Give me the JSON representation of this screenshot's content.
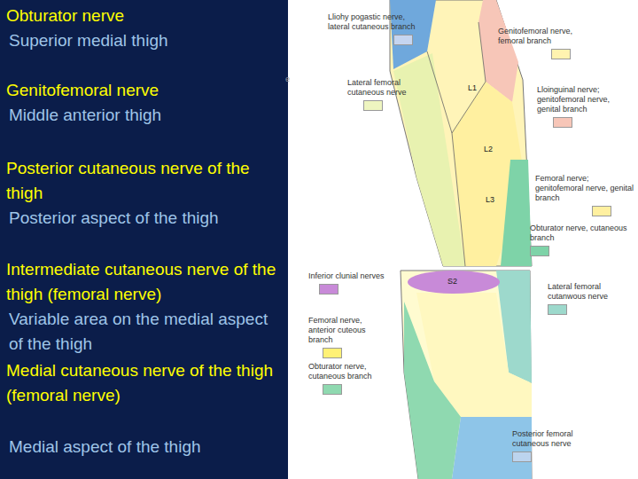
{
  "diagram": {
    "nodes": [
      {
        "text": [
          "Obturator nerve",
          "Superior medial thigh",
          "Genitofemoral nerve",
          "Middle anterior thigh",
          "Posterior cutaneous nerve of the thigh",
          "Posterior aspect of the thigh",
          "Intermediate cutaneous nerve of the thigh (femoral nerve)",
          "Variable area on the medial aspect of the thigh",
          "Medial cutaneous nerve of the thigh (femoral nerve)",
          "Medial aspect of the thigh"
        ]
      }
    ],
    "labels": [
      "L1",
      "L2",
      "L3",
      "S2",
      "e"
    ],
    "legend": [
      {
        "text": "Lliohy pogastic nerve, lateral cutaneous branch",
        "color": "#c5d5f0"
      },
      {
        "text": "Genitofemoral nerve, femoral branch",
        "color": "#fff3b0"
      },
      {
        "text": "Lateral femoral cutaneous nerve",
        "color": "#eef5c0"
      },
      {
        "text": "Lloinguinal nerve; genitofemoral nerve, genital branch",
        "color": "#f7c6b8"
      },
      {
        "text": "Femoral nerve; genitofemoral nerve, genital branch",
        "color": "#fff0a0"
      },
      {
        "text": "Obturator nerve, cutaneous branch",
        "color": "#7ed3a8"
      },
      {
        "text": "Inferior clunial nerves",
        "color": "#c88ad8"
      },
      {
        "text": "Femoral nerve, anterior cuteous branch",
        "color": "#fff176"
      },
      {
        "text": "Obturator nerve, cutaneous branch",
        "color": "#8fd9b0"
      },
      {
        "text": "Lateral femoral cutanwous nerve",
        "color": "#9dd9cc"
      },
      {
        "text": "Posterior femoral cutaneous nerve",
        "color": "#bcd4ee"
      }
    ]
  }
}
